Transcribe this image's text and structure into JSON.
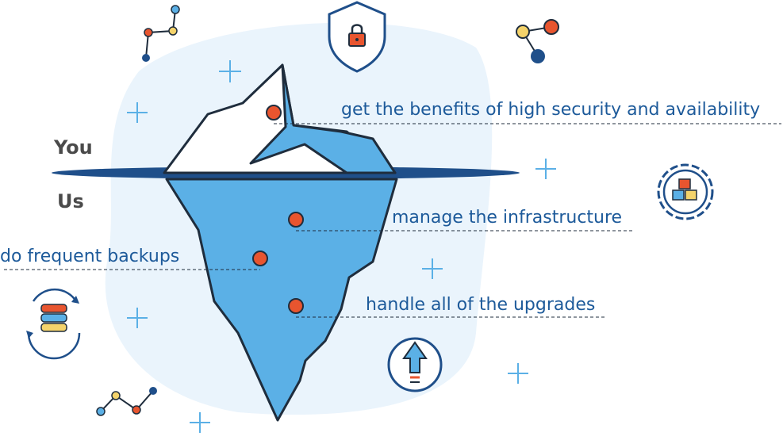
{
  "sides": {
    "above": "You",
    "below": "Us"
  },
  "labels": {
    "security": "get the benefits of high security and availability",
    "infrastructure": "manage the infrastructure",
    "backups": "do frequent backups",
    "upgrades": "handle all of the upgrades"
  },
  "colors": {
    "ice_above": "#ffffff",
    "ice_below": "#5bb0e6",
    "outline": "#1f2d3d",
    "waterline": "#1f4f8a",
    "dot": "#e8552f",
    "text": "#1d5a9a",
    "background_blob": "#eaf4fc",
    "accent_yellow": "#f4d36b"
  },
  "icons": [
    "shield-lock-icon",
    "molecule-icon",
    "gear-cubes-icon",
    "database-sync-icon",
    "upload-arrow-icon",
    "network-node-icon",
    "plus-sparkle-icon"
  ]
}
